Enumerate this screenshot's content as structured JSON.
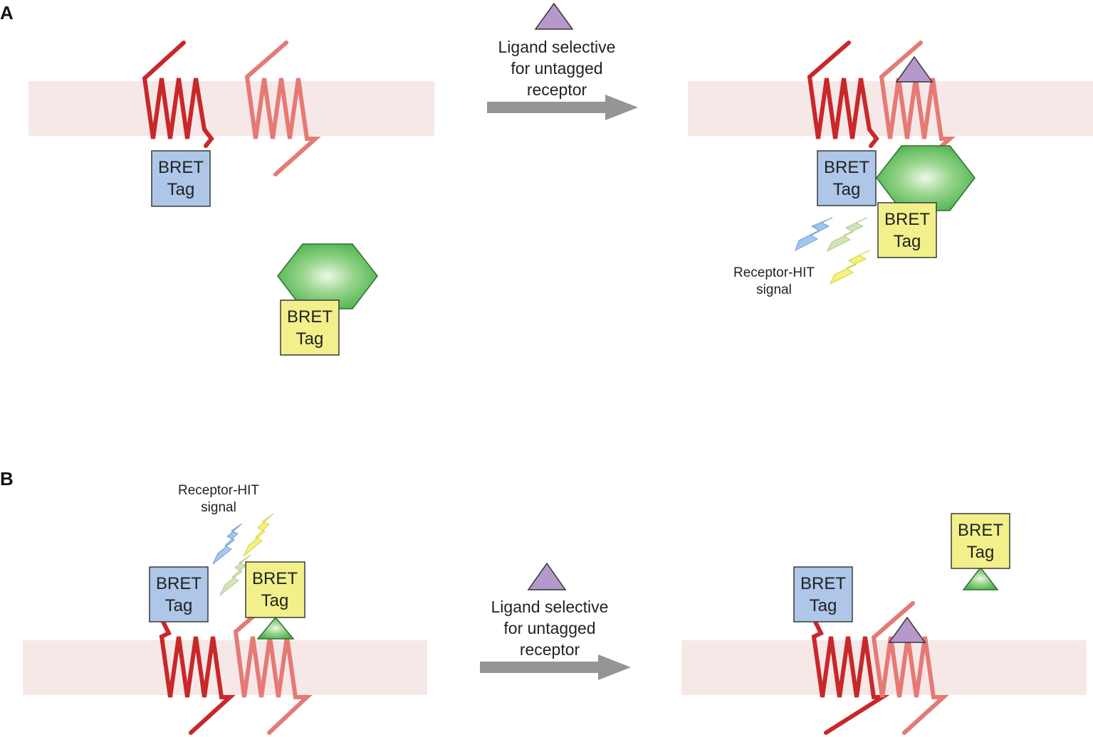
{
  "panels": {
    "a": {
      "letter": "A",
      "arrow_caption": [
        "Ligand selective",
        "for untagged",
        "receptor"
      ],
      "before": {
        "tagged_receptor_tag": [
          "BRET",
          "Tag"
        ],
        "partner_tag": [
          "BRET",
          "Tag"
        ]
      },
      "after": {
        "tagged_receptor_tag": [
          "BRET",
          "Tag"
        ],
        "partner_tag": [
          "BRET",
          "Tag"
        ],
        "signal_label": [
          "Receptor-HIT",
          "signal"
        ]
      }
    },
    "b": {
      "letter": "B",
      "arrow_caption": [
        "Ligand selective",
        "for untagged",
        "receptor"
      ],
      "before": {
        "signal_label": [
          "Receptor-HIT",
          "signal"
        ],
        "tagged_receptor_tag": [
          "BRET",
          "Tag"
        ],
        "partner_tag": [
          "BRET",
          "Tag"
        ]
      },
      "after": {
        "tagged_receptor_tag": [
          "BRET",
          "Tag"
        ],
        "partner_tag": [
          "BRET",
          "Tag"
        ]
      }
    }
  },
  "colors": {
    "membrane": "#f7e8e8",
    "tagged_receptor": "#c8282a",
    "untagged_receptor": "#e57a75",
    "bret_tag_blue": "#aec6e8",
    "bret_tag_yellow": "#f2f08a",
    "partner_protein": "#5fbd5f",
    "ligand": "#b598cc",
    "arrow": "#959595"
  },
  "icons": {
    "ligand": "purple-triangle-icon",
    "partner": "green-hexagon-icon",
    "signal": "lightning-bolt-icon"
  }
}
